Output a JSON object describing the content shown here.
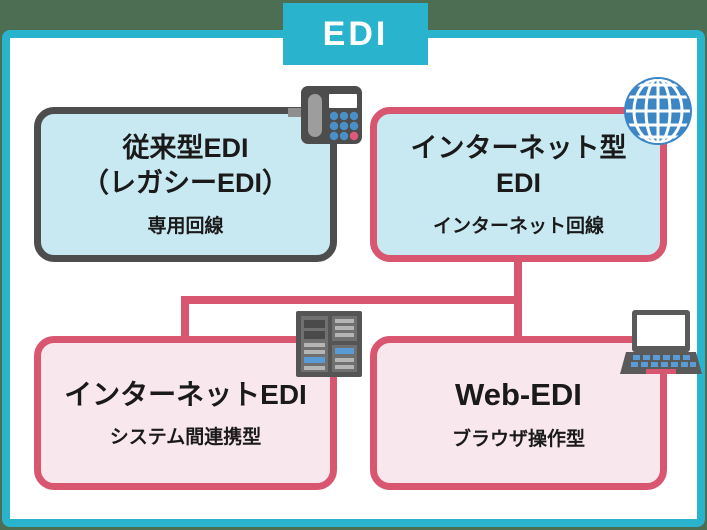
{
  "header": {
    "title": "EDI"
  },
  "boxes": [
    {
      "id": "legacy-edi",
      "title_lines": [
        "従来型EDI",
        "（レガシーEDI）"
      ],
      "subtitle": "専用回線",
      "icon": "desk-phone"
    },
    {
      "id": "internet-type-edi",
      "title_lines": [
        "インターネット型",
        "EDI"
      ],
      "subtitle": "インターネット回線",
      "icon": "globe"
    },
    {
      "id": "internet-edi",
      "title_lines": [
        "インターネットEDI"
      ],
      "subtitle": "システム間連携型",
      "icon": "server-rack"
    },
    {
      "id": "web-edi",
      "title_lines": [
        "Web-EDI"
      ],
      "subtitle": "ブラウザ操作型",
      "icon": "laptop"
    }
  ],
  "colors": {
    "page-bg": "#4d6e53",
    "teal": "#29b3cd",
    "pink": "#d95671",
    "dark-border": "#4d4d4d",
    "cyan-fill": "#c9e9f2",
    "pink-fill": "#f9e7ee",
    "text": "#1a1a1a",
    "header-text": "#ffffff",
    "icon-blue": "#4a90c8",
    "icon-gray": "#5a5a5a"
  }
}
